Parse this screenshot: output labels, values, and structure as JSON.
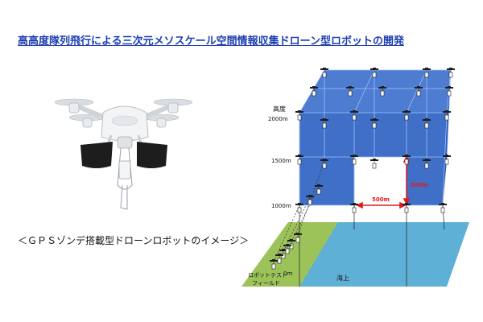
{
  "title": "高高度隊列飛行による三次元メソスケール空間情報収集ドローン型ロボットの開発",
  "caption": "＜ＧＰＳゾンデ搭載型ドローンロボットのイメージ＞",
  "altitude": {
    "label": "高度",
    "levels": [
      "2000m",
      "1500m",
      "1000m",
      "0m"
    ]
  },
  "spacing_labels": [
    "500m",
    "500m"
  ],
  "ground": {
    "field_label_line1": "ロボットテスト",
    "field_label_line2": "フィールド",
    "sea_label": "海上"
  },
  "colors": {
    "title": "#1d3fb0",
    "cube_front": "#3f6fc6",
    "cube_top": "#4d7cd0",
    "cube_side": "#2f5db5",
    "grid_line": "#9fc0ff",
    "field_green": "#9cc35a",
    "sea_blue": "#5fb0d6",
    "dimension_red": "#e11b1b"
  },
  "icons": [
    "drone-photo",
    "drone-icon",
    "sonde-icon"
  ]
}
